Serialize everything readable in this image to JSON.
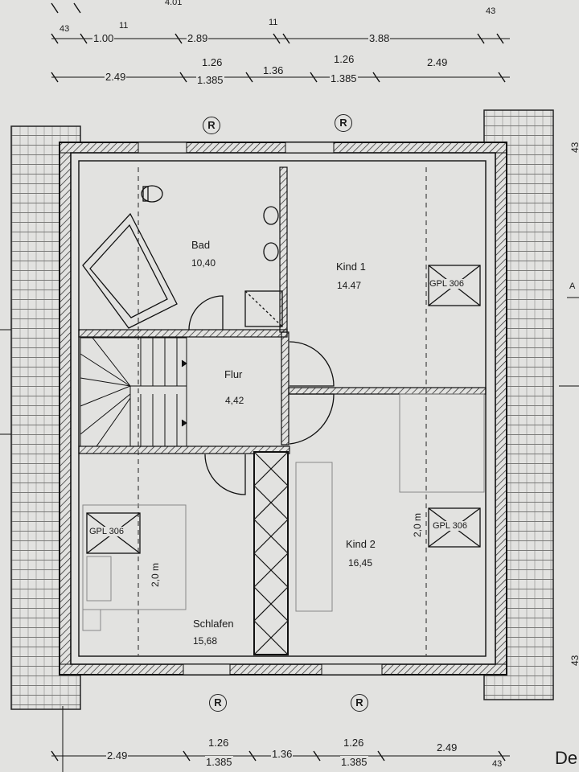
{
  "top_dims": {
    "row0": [
      "4.01"
    ],
    "row1_small": [
      "43",
      "11",
      "11",
      "43"
    ],
    "row1": [
      "1.00",
      "2.89",
      "3.88"
    ],
    "row2": [
      "2.49",
      "1.26",
      "1.36",
      "1.26",
      "2.49"
    ],
    "row2_sub": [
      "1.385",
      "1.385"
    ]
  },
  "bottom_dims": {
    "row1": [
      "2.49",
      "1.26",
      "1.36",
      "1.26",
      "2.49"
    ],
    "row1_sub": [
      "1.385",
      "1.385"
    ],
    "row1_end": "43",
    "corner": "De"
  },
  "marks": {
    "r": "R"
  },
  "right_edge": {
    "a": "A",
    "n1": "43",
    "n2": "43"
  },
  "rooms": {
    "bad": {
      "name": "Bad",
      "area": "10,40"
    },
    "kind1": {
      "name": "Kind 1",
      "area": "14.47"
    },
    "flur": {
      "name": "Flur",
      "area": "4,42"
    },
    "kind2": {
      "name": "Kind 2",
      "area": "16,45"
    },
    "schlafen": {
      "name": "Schlafen",
      "area": "15,68"
    }
  },
  "windows": {
    "label": "GPL 306"
  },
  "heights": {
    "label": "2,0 m"
  }
}
